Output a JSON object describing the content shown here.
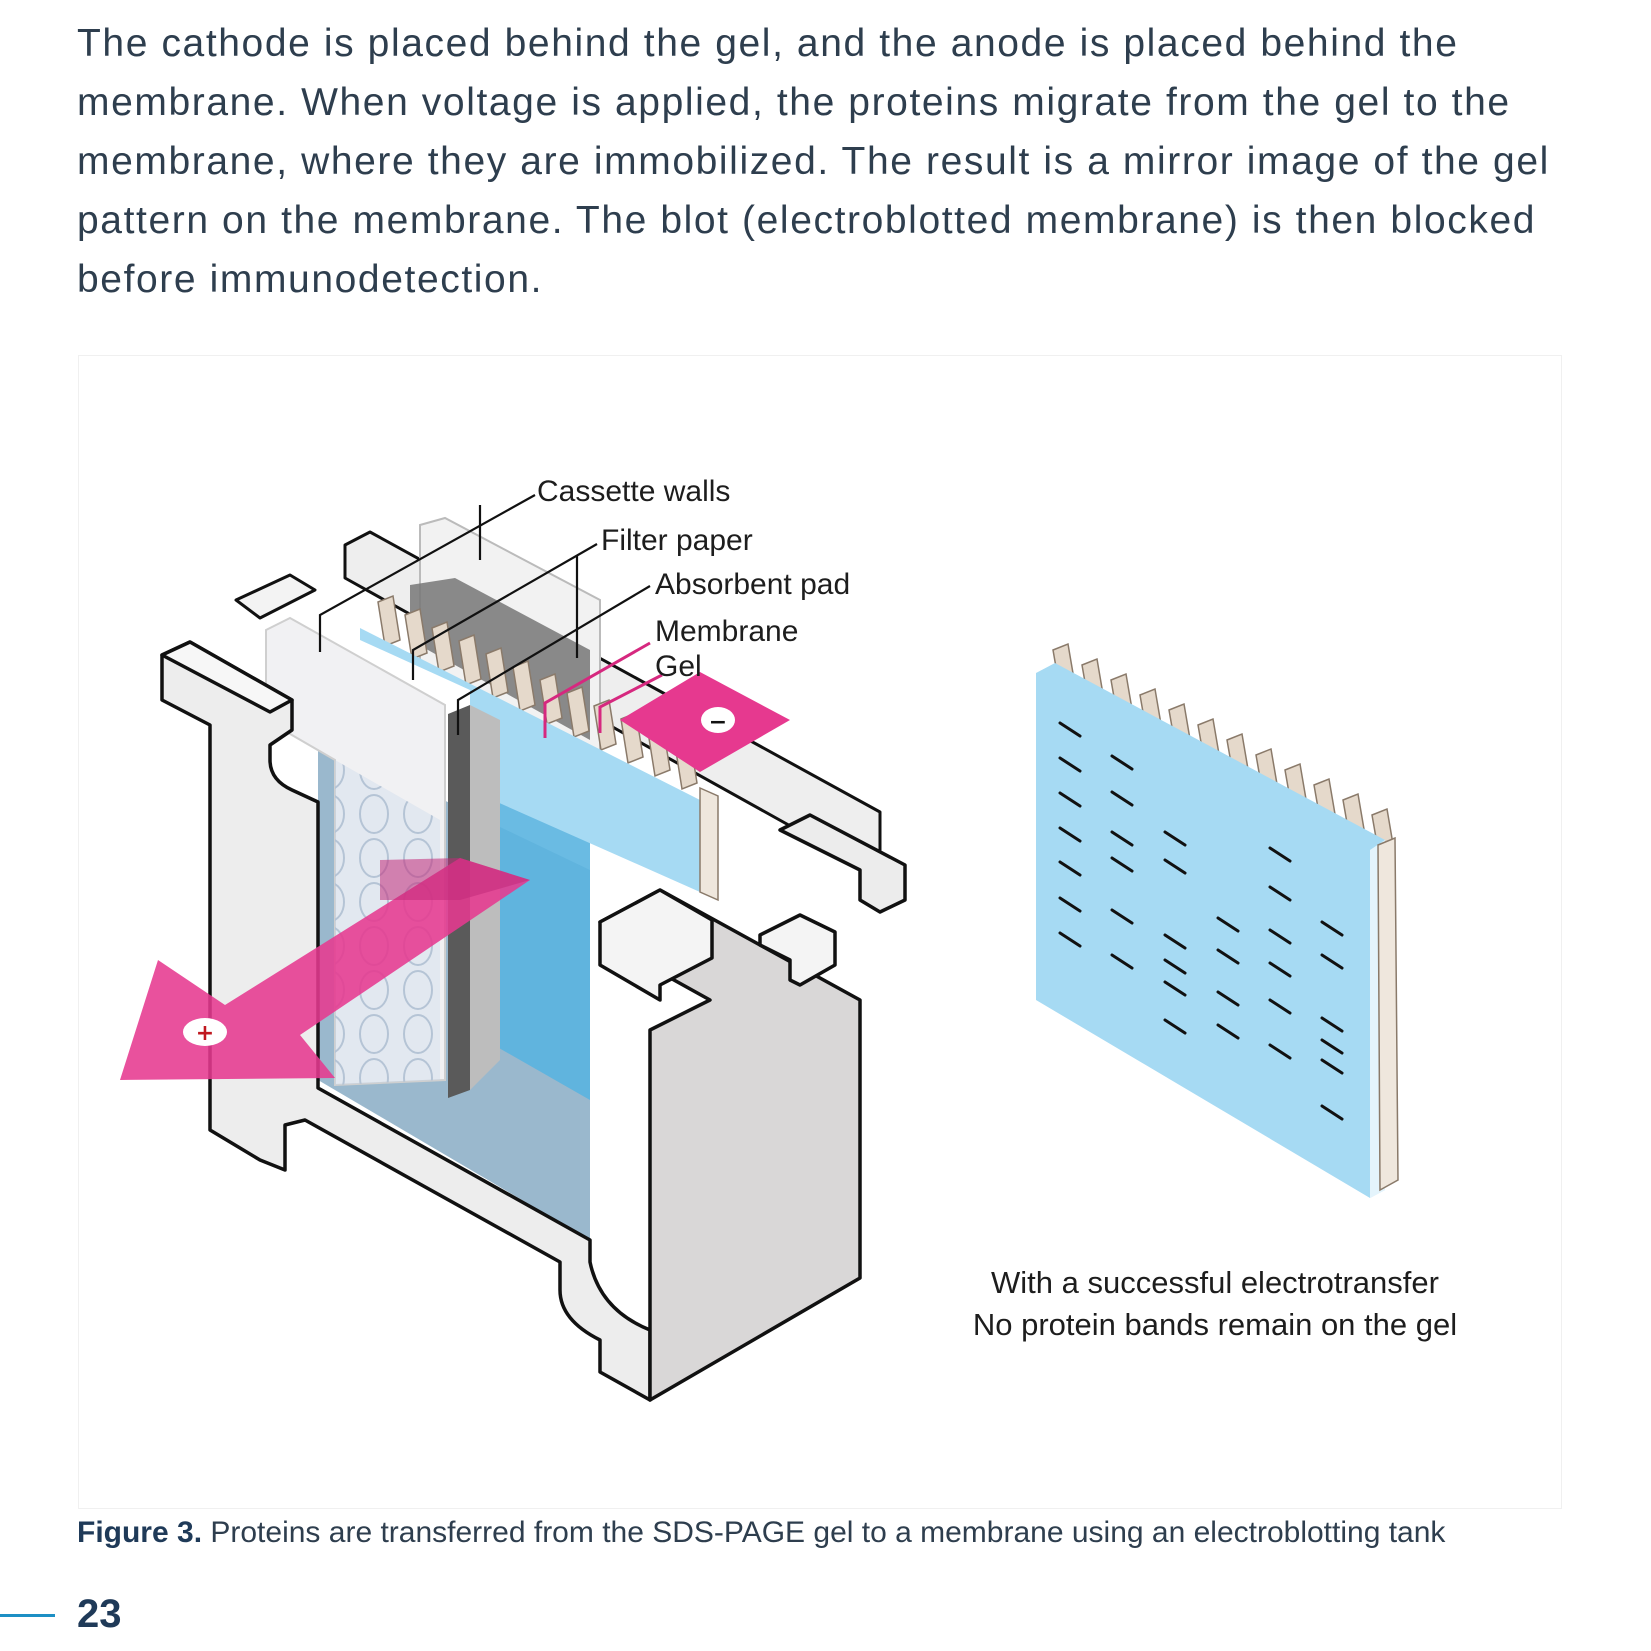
{
  "intro": {
    "text": "The cathode is placed behind the gel, and the anode is placed behind the membrane. When voltage is applied, the proteins migrate from the gel to the membrane, where they are immobilized. The result is a mirror image of the gel pattern on the membrane. The blot (electroblotted membrane) is then blocked before immunodetection."
  },
  "figure": {
    "labels": {
      "cassette_walls": "Cassette walls",
      "filter_paper": "Filter paper",
      "absorbent_pad": "Absorbent pad",
      "membrane": "Membrane",
      "gel": "Gel"
    },
    "cathode_symbol": "−",
    "anode_symbol": "+",
    "note_line1": "With a successful electrotransfer",
    "note_line2": "No protein bands remain on the gel",
    "colors": {
      "membrane_blue": "#a6daf3",
      "electrode_pink": "#e6398f",
      "tank_gray": "#d9d7d7",
      "comb_beige": "#e5d9cb"
    }
  },
  "caption": {
    "label": "Figure 3.",
    "text": "Proteins are transferred from the SDS-PAGE gel to a membrane using an electroblotting tank"
  },
  "page": {
    "number": "23"
  }
}
